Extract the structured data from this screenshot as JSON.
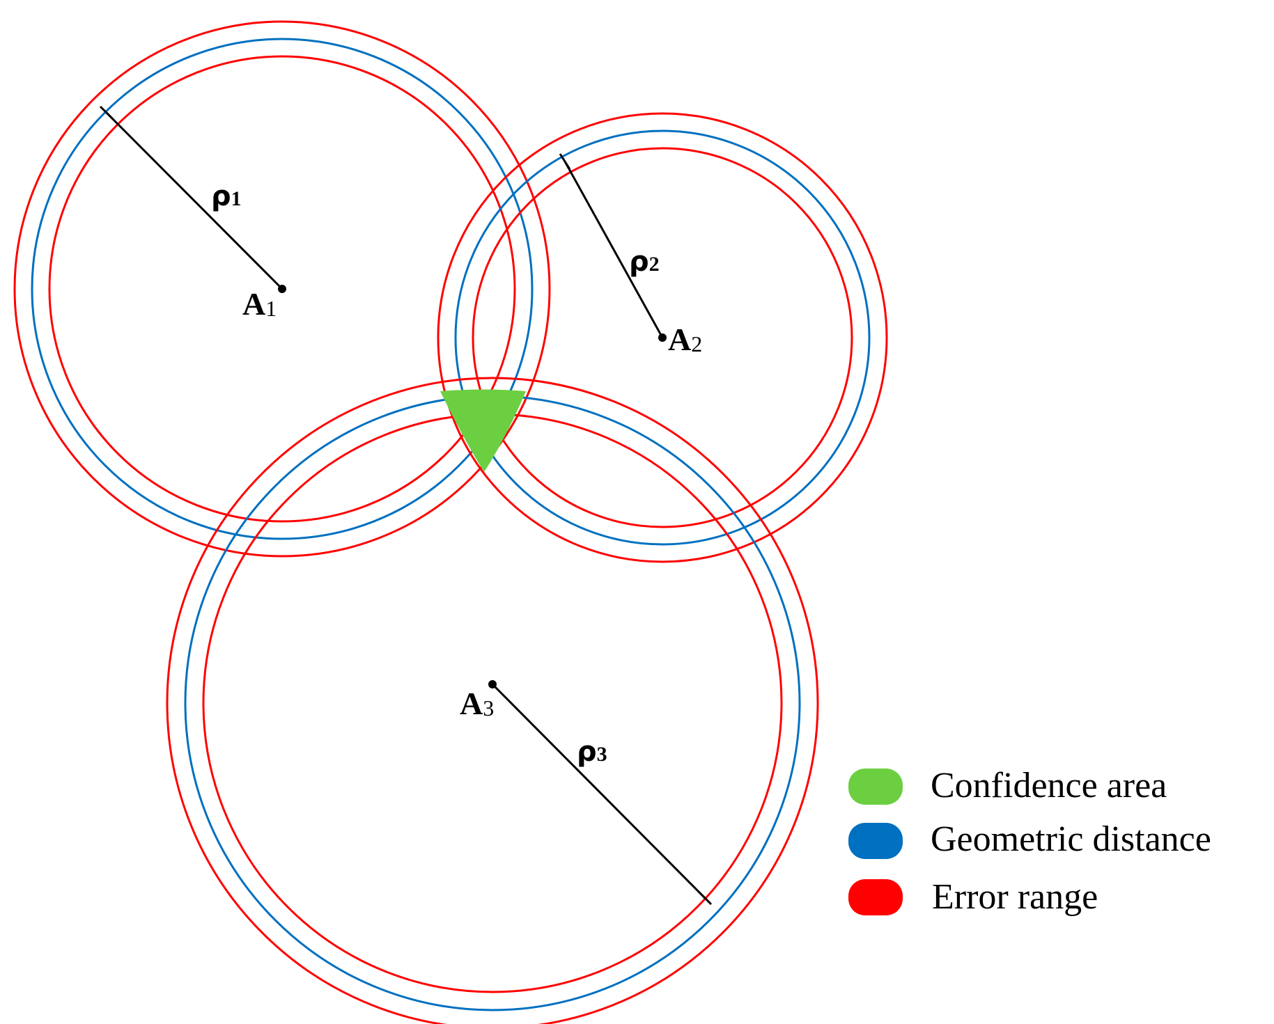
{
  "colors": {
    "confidence": "#6ccf41",
    "geometric": "#0070c0",
    "error": "#ff0000",
    "radius_line": "#000000"
  },
  "anchors": [
    {
      "letter": "A",
      "sub": "1"
    },
    {
      "letter": "A",
      "sub": "2"
    },
    {
      "letter": "A",
      "sub": "3"
    }
  ],
  "radii": [
    {
      "symbol": "ρ",
      "sub": "1"
    },
    {
      "symbol": "ρ",
      "sub": "2"
    },
    {
      "symbol": "ρ",
      "sub": "3"
    }
  ],
  "legend": [
    {
      "label": "Confidence area",
      "color": "#6ccf41"
    },
    {
      "label": "Geometric distance",
      "color": "#0070c0"
    },
    {
      "label": "Error range",
      "color": "#ff0000"
    }
  ]
}
